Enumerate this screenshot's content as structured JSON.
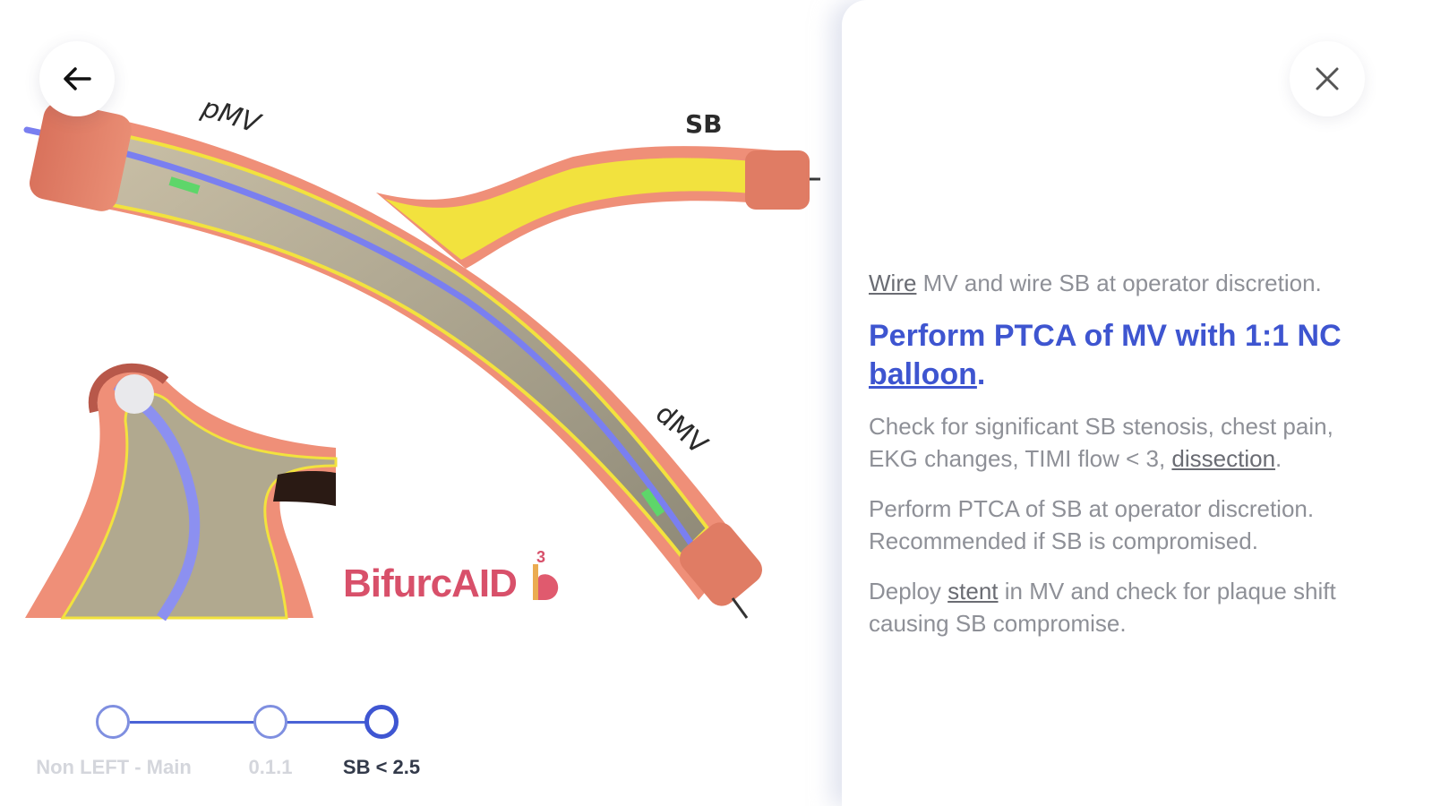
{
  "navigation": {
    "back_icon": "arrow-left-icon",
    "close_icon": "close-x-icon"
  },
  "diagram": {
    "labels": {
      "pmv": "pMV",
      "sb": "SB",
      "dmv": "dMV"
    },
    "colors": {
      "vessel_wall": "#e8836c",
      "plaque": "#f0e040",
      "lumen": "#b8ad90",
      "wire": "#7a7ff0",
      "marker": "#5ed66a"
    }
  },
  "logo": {
    "text": "BifurcAID",
    "mark": "b",
    "superscript": "3"
  },
  "stepper": {
    "steps": [
      {
        "label": "Non LEFT - Main",
        "active": false
      },
      {
        "label": "0.1.1",
        "active": false
      },
      {
        "label": "SB < 2.5",
        "active": true
      }
    ],
    "accent": "#3f56d2"
  },
  "panel": {
    "para1": {
      "link": "Wire",
      "rest": " MV and wire SB at operator discretion."
    },
    "headline": {
      "pre": "Perform PTCA of MV with 1:1 NC ",
      "link": "balloon",
      "post": "."
    },
    "para2": {
      "pre": "Check for significant SB stenosis, chest pain, EKG changes, TIMI flow < 3, ",
      "link": "dissection",
      "post": "."
    },
    "para3": {
      "text": "Perform PTCA of SB at operator discretion. Recommended if SB is compromised."
    },
    "para4": {
      "pre": "Deploy ",
      "link": "stent",
      "post": " in MV and check for plaque shift causing SB compromise."
    }
  }
}
